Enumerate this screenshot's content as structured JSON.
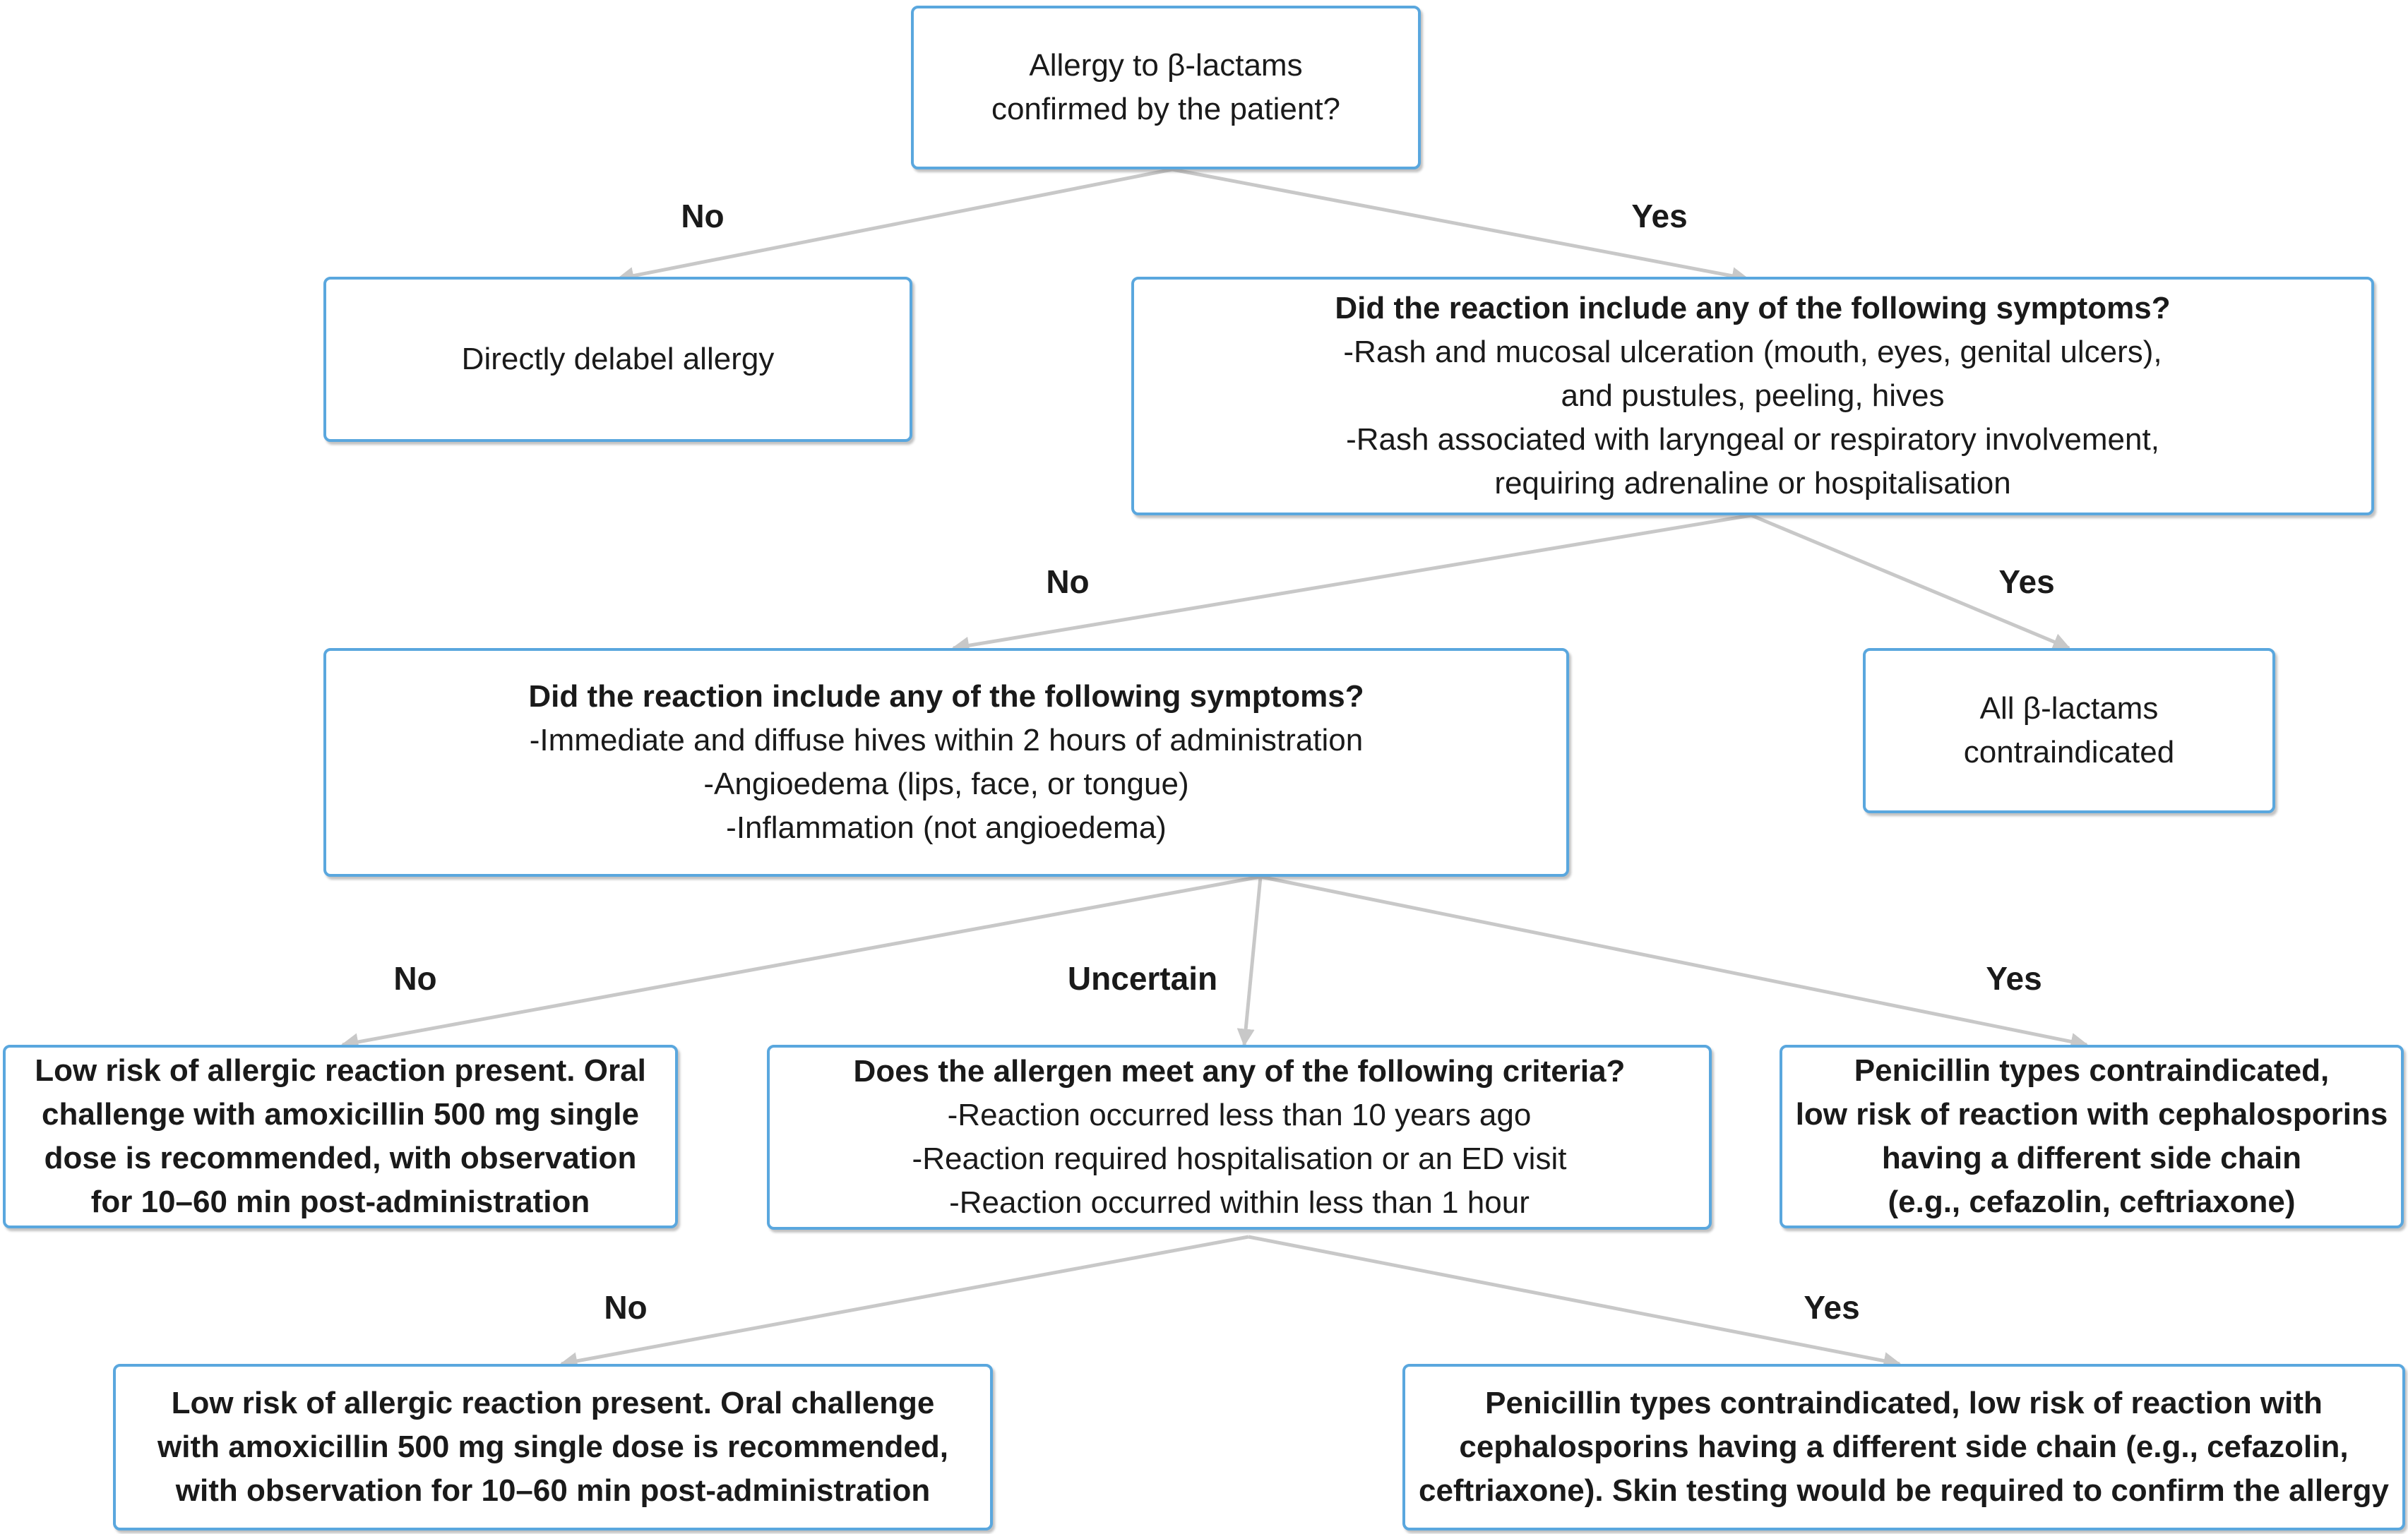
{
  "nodes": {
    "q1": {
      "lines": [
        "Allergy to β-lactams",
        "confirmed by the patient?"
      ]
    },
    "delabel": {
      "lines": [
        "Directly delabel allergy"
      ]
    },
    "q2": {
      "title": "Did the reaction include any of the following symptoms?",
      "lines": [
        "-Rash and mucosal ulceration (mouth, eyes, genital ulcers),",
        "and pustules, peeling, hives",
        "-Rash associated with laryngeal or respiratory involvement,",
        "requiring adrenaline or hospitalisation"
      ]
    },
    "q3": {
      "title": "Did the reaction include any of the following symptoms?",
      "lines": [
        "-Immediate and diffuse hives within 2 hours of administration",
        "-Angioedema (lips, face, or tongue)",
        "-Inflammation (not angioedema)"
      ]
    },
    "all_contra": {
      "lines": [
        "All β-lactams",
        "contraindicated"
      ]
    },
    "low_risk_1": {
      "lines": [
        "Low risk of allergic reaction present. Oral",
        "challenge with amoxicillin 500 mg single",
        "dose is recommended, with observation",
        "for 10–60 min post-administration"
      ]
    },
    "q4": {
      "title": "Does the allergen meet any of the following criteria?",
      "lines": [
        "-Reaction occurred less than 10 years ago",
        "-Reaction required hospitalisation or an ED visit",
        "-Reaction occurred within less than 1 hour"
      ]
    },
    "pen_contra_1": {
      "lines": [
        "Penicillin types contraindicated,",
        "low risk of reaction with cephalosporins",
        "having a different side chain",
        "(e.g., cefazolin, ceftriaxone)"
      ]
    },
    "low_risk_2": {
      "lines": [
        "Low risk of allergic reaction present. Oral challenge",
        "with amoxicillin 500 mg single dose is recommended,",
        "with observation for 10–60 min post-administration"
      ]
    },
    "pen_contra_2": {
      "lines": [
        "Penicillin types contraindicated, low risk of reaction with",
        "cephalosporins having a different side chain (e.g., cefazolin,",
        "ceftriaxone). Skin testing would be required to confirm the allergy"
      ]
    }
  },
  "labels": {
    "q1_no": "No",
    "q1_yes": "Yes",
    "q2_no": "No",
    "q2_yes": "Yes",
    "q3_no": "No",
    "q3_uncertain": "Uncertain",
    "q3_yes": "Yes",
    "q4_no": "No",
    "q4_yes": "Yes"
  },
  "colors": {
    "box_border": "#5aa7de",
    "arrow": "#c8c8c8",
    "text": "#1a1a1a"
  }
}
